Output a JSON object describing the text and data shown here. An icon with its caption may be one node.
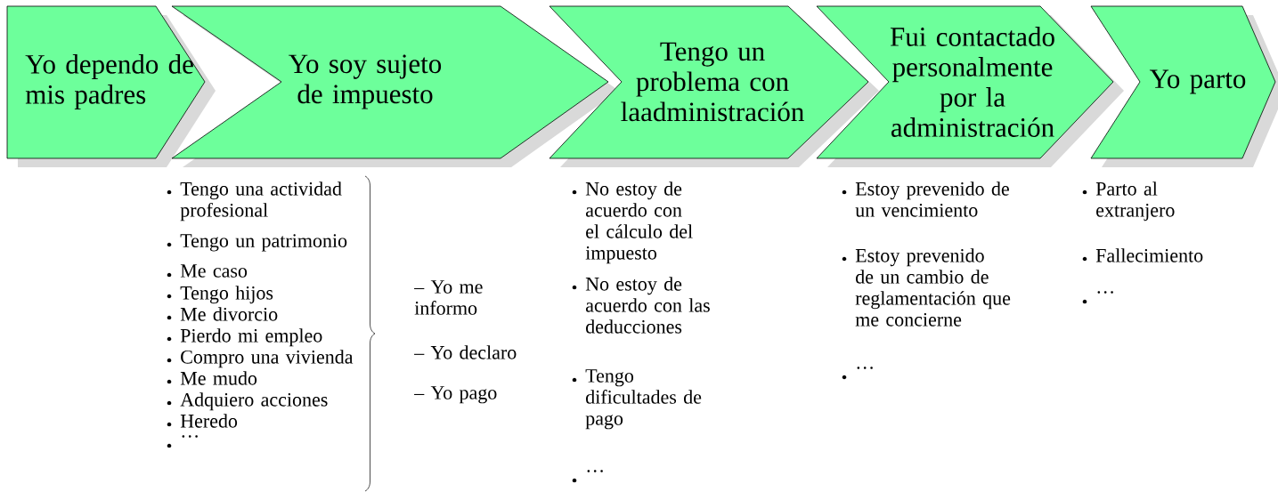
{
  "diagram": {
    "nodes": [
      {
        "text": [
          "Yo dependo de mis padres"
        ]
      },
      {
        "text": [
          "Yo soy sujeto de impuesto"
        ]
      },
      {
        "text": [
          "Tengo un problema con laadministración"
        ]
      },
      {
        "text": [
          "Fui contactado personalmente por la administración"
        ]
      },
      {
        "text": [
          "Yo parto"
        ]
      }
    ],
    "labels": [
      "Tengo una actividad profesional",
      "Tengo un patrimonio",
      "Me caso",
      "Tengo hijos",
      "Me divorcio",
      "Pierdo mi empleo",
      "Compro una vivienda",
      "Me mudo",
      "Adquiero acciones",
      "Heredo",
      "…",
      "– Yo me informo",
      "– Yo declaro",
      "– Yo pago",
      "No estoy de acuerdo con el cálculo del impuesto",
      "No estoy de acuerdo con las deducciones",
      "Tengo dificultades de pago",
      "…",
      "Estoy prevenido de un vencimiento",
      "Estoy prevenido de un cambio de reglamentación que me concierne",
      "…",
      "Parto al extranjero",
      "Fallecimiento",
      "…"
    ]
  }
}
